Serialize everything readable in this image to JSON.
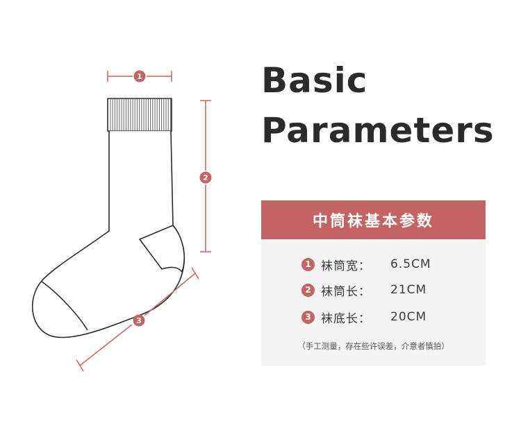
{
  "title": {
    "line1": "Basic",
    "line2": "Parameters"
  },
  "panel": {
    "header": "中筒袜基本参数",
    "rows": [
      {
        "badge": "1",
        "label": "袜筒宽：",
        "value": "6.5CM"
      },
      {
        "badge": "2",
        "label": "袜筒长：",
        "value": "21CM"
      },
      {
        "badge": "3",
        "label": "袜底长：",
        "value": "20CM"
      }
    ],
    "note": "（手工测量，存在些许误差，介意者慎拍）"
  },
  "diagram": {
    "markers": [
      "1",
      "2",
      "3"
    ],
    "accent_color": "#c46462"
  }
}
